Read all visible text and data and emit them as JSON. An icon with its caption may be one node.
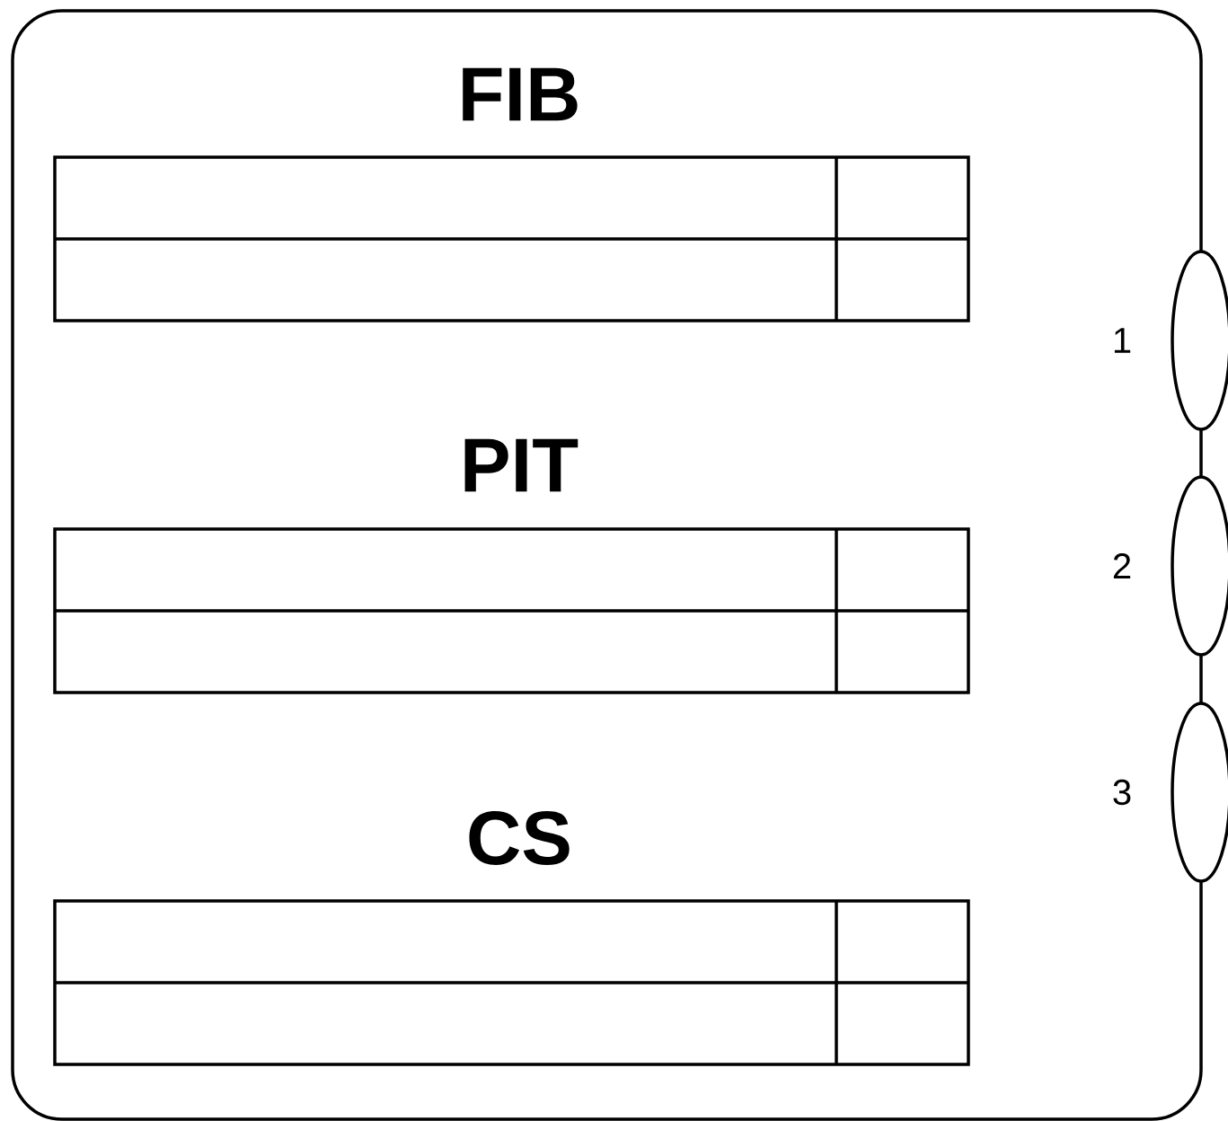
{
  "diagram": {
    "nodes": [
      {
        "text": [],
        "shape": "box"
      },
      {
        "text": [
          "FIB"
        ],
        "in": 0
      },
      {
        "text": [
          "PIT"
        ],
        "in": 0
      },
      {
        "text": [
          "CS"
        ],
        "in": 0
      },
      {
        "text": [],
        "shape": "ellipse",
        "beside": [
          "1"
        ]
      },
      {
        "text": [],
        "shape": "ellipse",
        "beside": [
          "2"
        ]
      },
      {
        "text": [],
        "shape": "ellipse",
        "beside": [
          "3"
        ]
      }
    ]
  }
}
